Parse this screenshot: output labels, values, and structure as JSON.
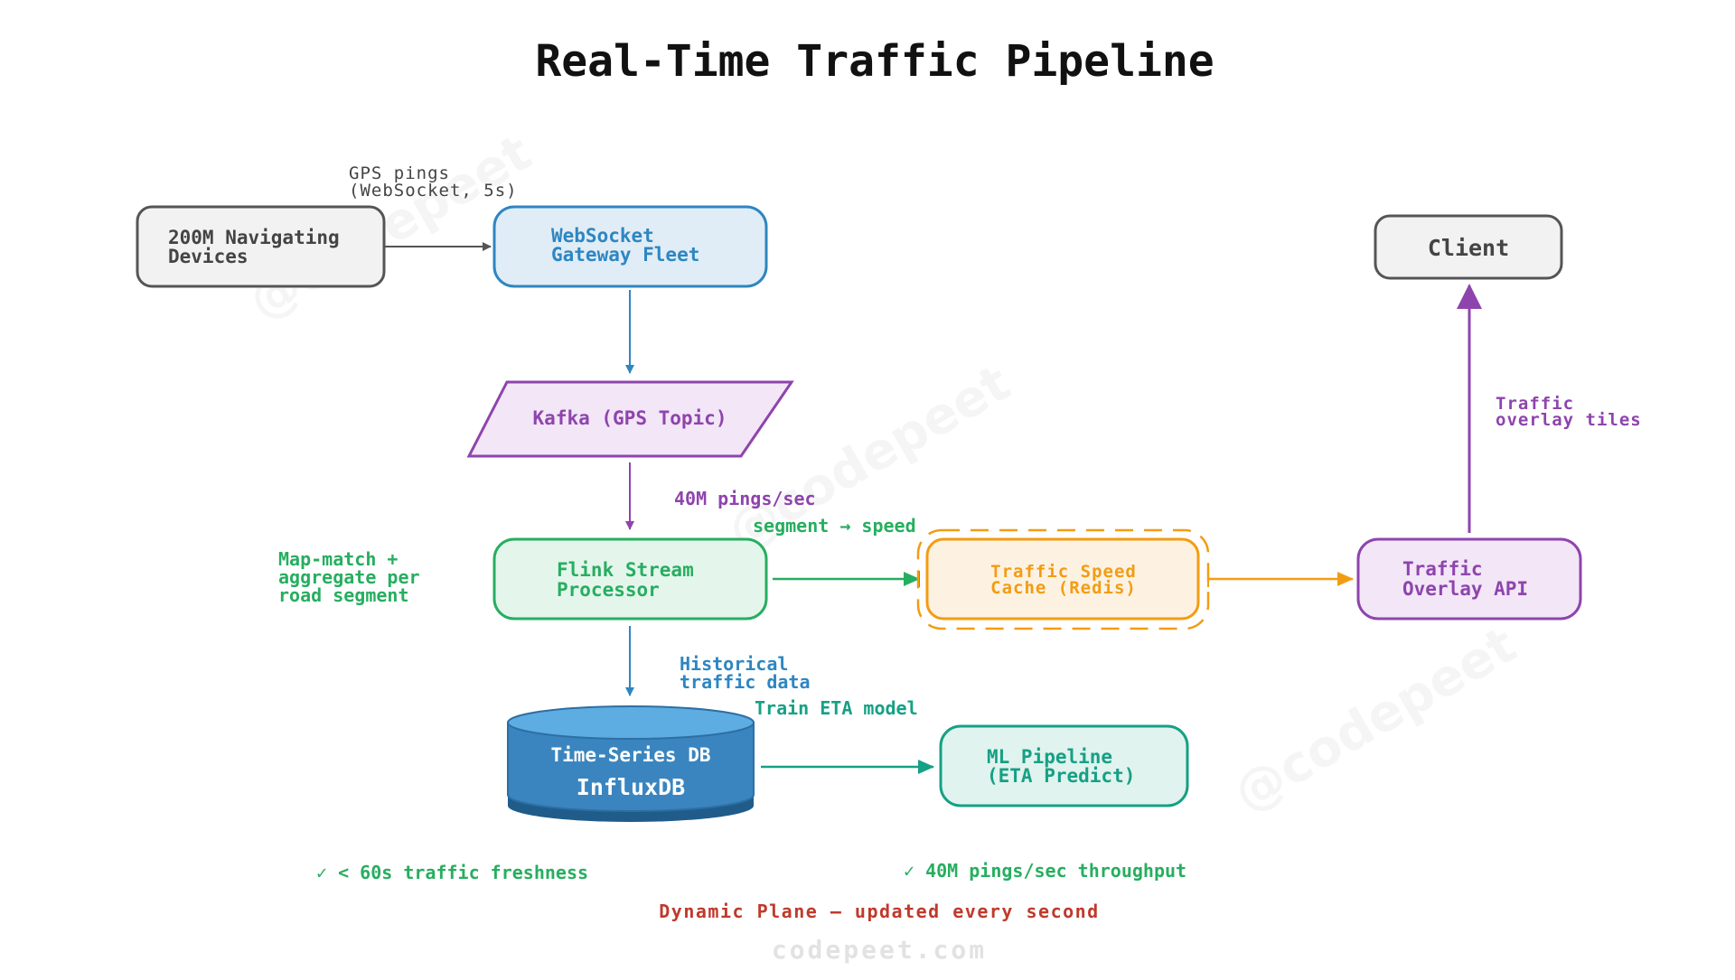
{
  "title": "Real-Time Traffic Pipeline",
  "colors": {
    "gray": "#555555",
    "blue": "#2e86c1",
    "purple": "#8e44ad",
    "green": "#27ae60",
    "orange": "#f39c12",
    "teal": "#16a085",
    "red": "#c0392b",
    "db_fill": "#3a85bf",
    "db_top": "#5dade2",
    "db_bottom": "#1f5c8a"
  },
  "nodes": {
    "devices": [
      "200M Navigating",
      "Devices"
    ],
    "gateway": [
      "WebSocket",
      "Gateway Fleet"
    ],
    "kafka": "Kafka (GPS Topic)",
    "flink": [
      "Flink Stream",
      "Processor"
    ],
    "cache": [
      "Traffic Speed",
      "Cache (Redis)"
    ],
    "overlay_api": [
      "Traffic",
      "Overlay API"
    ],
    "client": "Client",
    "tsdb": [
      "Time-Series DB",
      "InfluxDB"
    ],
    "ml": [
      "ML Pipeline",
      "(ETA Predict)"
    ]
  },
  "edges": {
    "gps_pings": [
      "GPS pings",
      "(WebSocket, 5s)"
    ],
    "rate": "40M pings/sec",
    "segment_speed": "segment → speed",
    "historical": [
      "Historical",
      "traffic data"
    ],
    "train": "Train ETA model",
    "overlay_tiles": [
      "Traffic",
      "overlay tiles"
    ]
  },
  "side_note": [
    "Map-match +",
    "aggregate per",
    "road segment"
  ],
  "metrics": {
    "freshness": "✓ < 60s traffic freshness",
    "throughput": "✓ 40M pings/sec throughput"
  },
  "footer": "Dynamic Plane — updated every second",
  "watermark": "@codepeet",
  "site": "codepeet.com"
}
